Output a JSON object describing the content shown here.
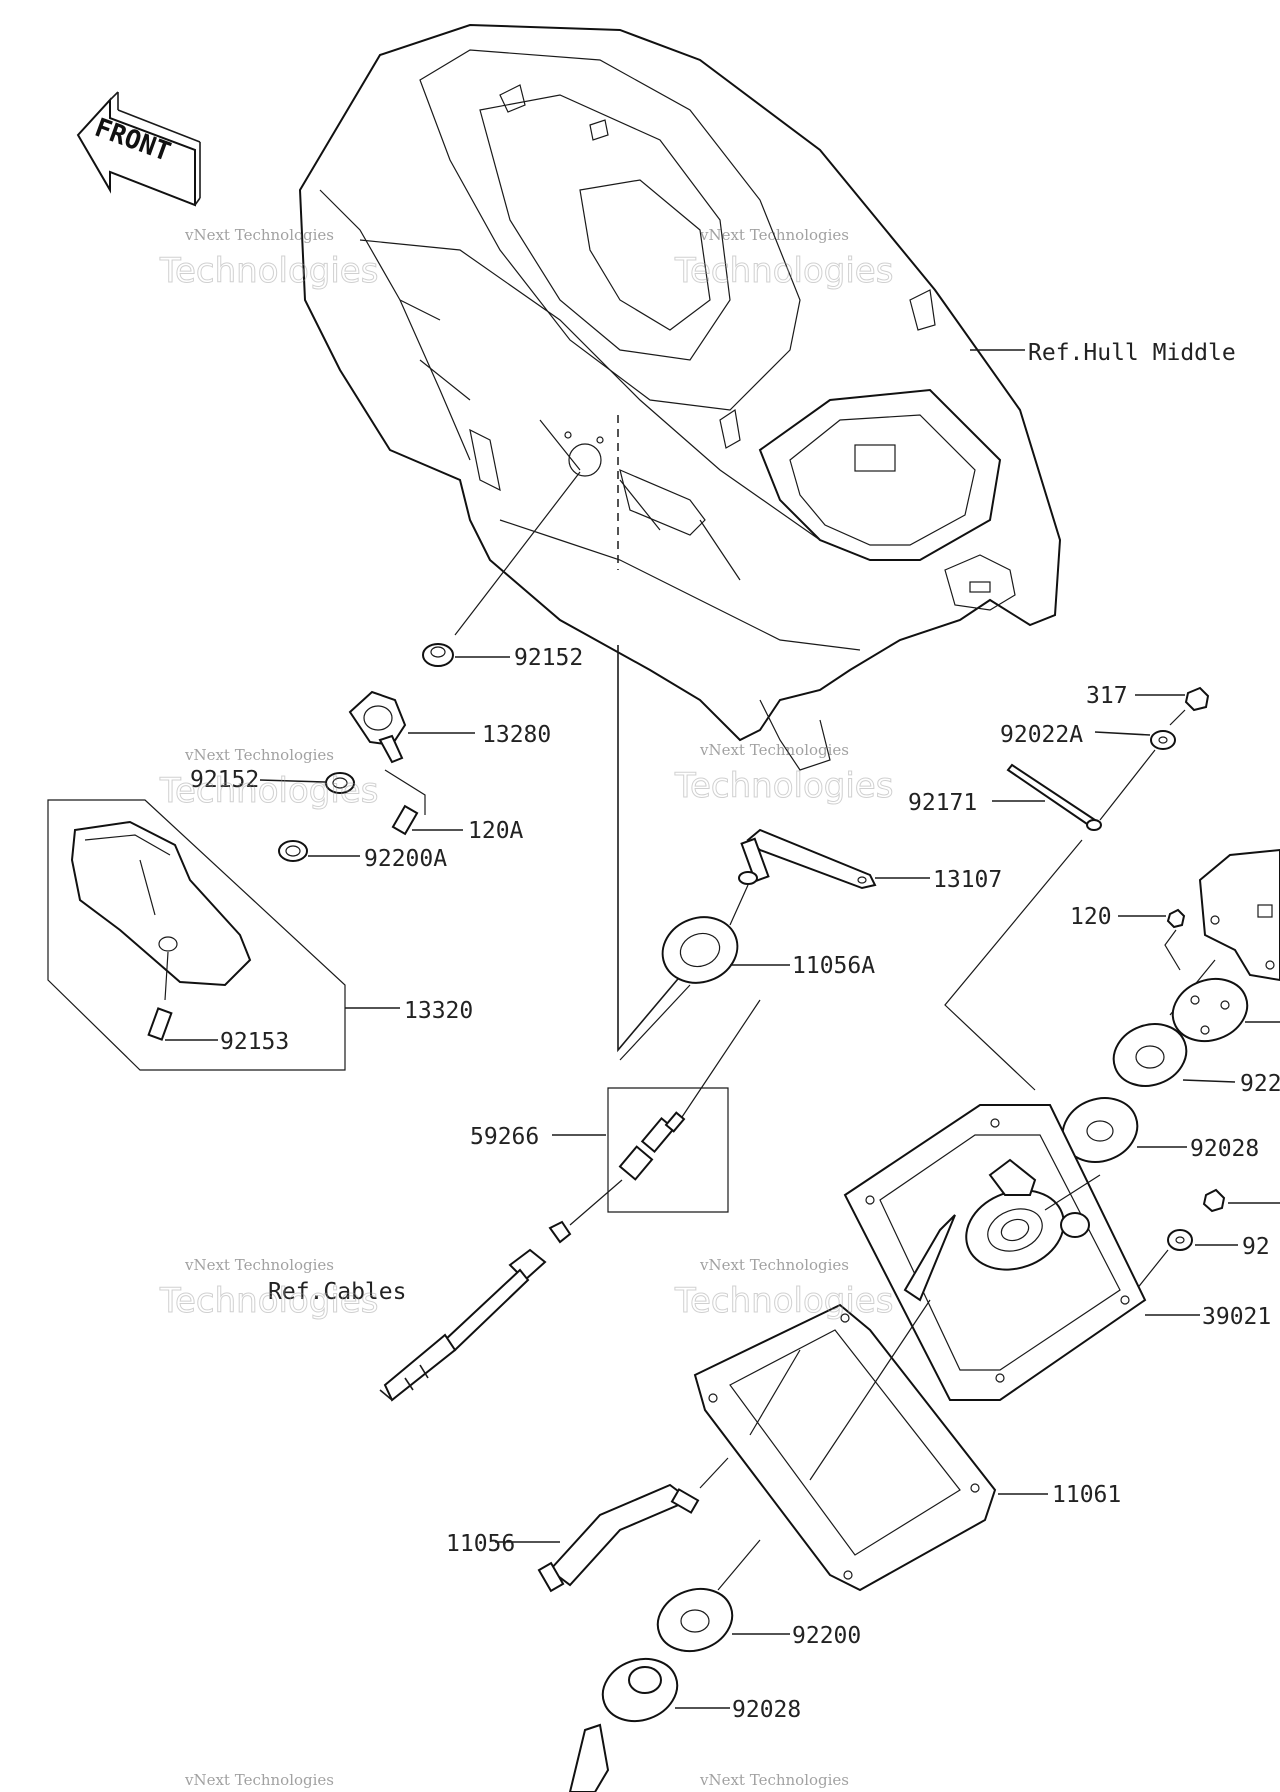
{
  "front_marker": "FRONT",
  "watermark": {
    "line1": "vNext Technologies",
    "line2": "Technologies"
  },
  "callouts": {
    "hull_ref": "Ref.Hull Middle",
    "cables_ref": "Ref.Cables",
    "p92152_top": "92152",
    "p13280": "13280",
    "p92152_left": "92152",
    "p120A": "120A",
    "p92200A": "92200A",
    "p13320": "13320",
    "p92153": "92153",
    "p317": "317",
    "p92022A": "92022A",
    "p92171": "92171",
    "p13107": "13107",
    "p11056A": "11056A",
    "p120": "120",
    "p922_partial": "922",
    "p92028_right": "92028",
    "p92_partial": "92",
    "p39021_partial": "39021",
    "p59266": "59266",
    "p11061": "11061",
    "p11056": "11056",
    "p92200": "92200",
    "p92028_bottom": "92028"
  }
}
